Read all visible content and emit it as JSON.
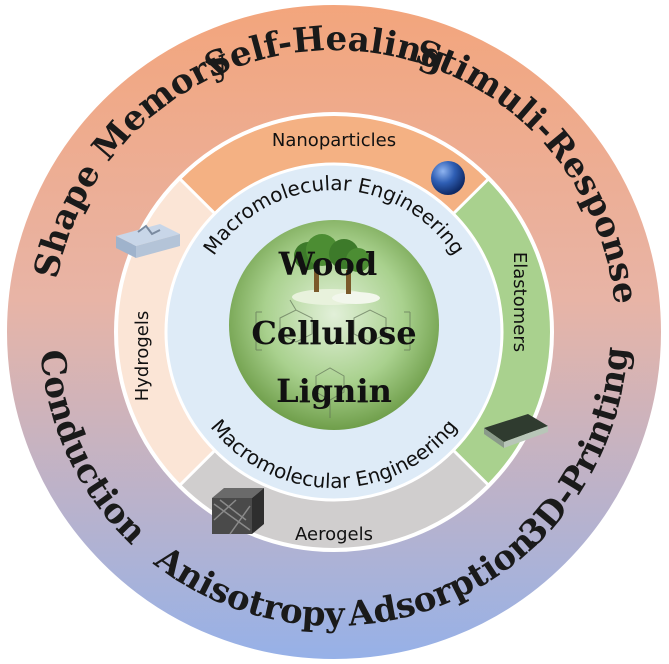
{
  "outer_ring": {
    "labels": {
      "self_healing": "Self-Healing",
      "stimuli_response": "Stimuli-Response",
      "printing_3d": "3D-Printing",
      "adsorption": "Adsorption",
      "anisotropy": "Anisotropy",
      "conduction": "Conduction",
      "shape_memory": "Shape Memory"
    }
  },
  "middle_ring": {
    "segments": {
      "nanoparticles": "Nanoparticles",
      "elastomers": "Elastomers",
      "aerogels": "Aerogels",
      "hydrogels": "Hydrogels"
    }
  },
  "inner_ring": {
    "top_label": "Macromolecular Engineering",
    "bottom_label": "Macromolecular Engineering"
  },
  "core": {
    "line1": "Wood",
    "line2": "Cellulose",
    "line3": "Lignin"
  },
  "colors": {
    "outer_top": "#f0a07a",
    "outer_bottom": "#9db4e6",
    "nanoparticles": "#f4b183",
    "elastomers": "#a9d18e",
    "aerogels": "#d0cece",
    "hydrogels": "#fbe5d6",
    "inner_ring": "#deebf7",
    "core_light": "#c5e0b4",
    "core_dark": "#70ad47"
  }
}
